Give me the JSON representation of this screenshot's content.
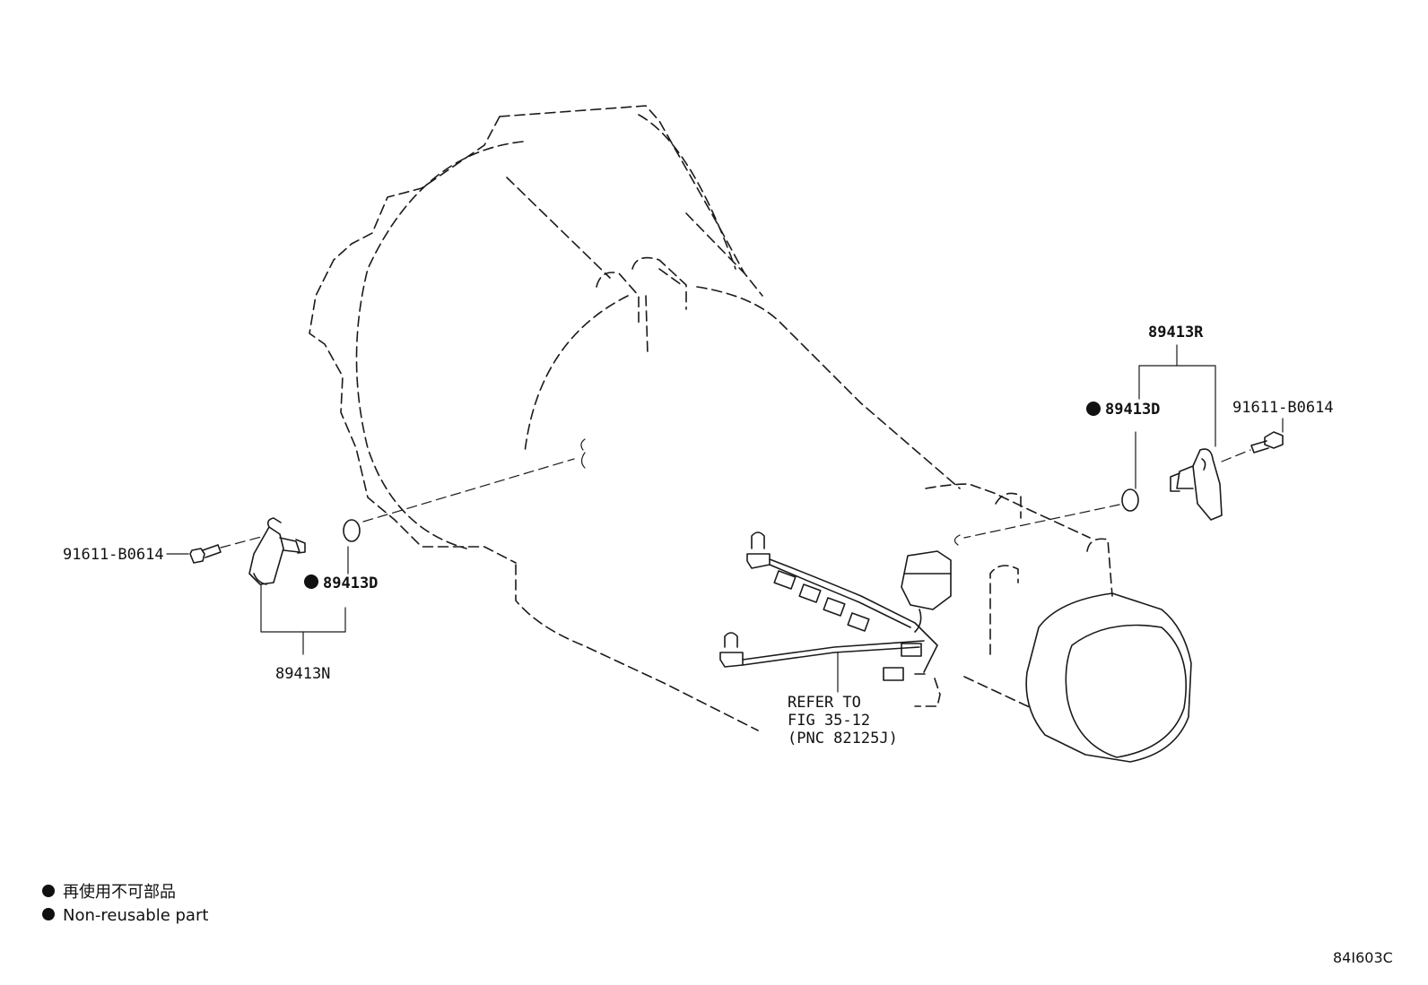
{
  "parts": {
    "bolt_left": "91611-B0614",
    "oring_left": "89413D",
    "sensor_left": "89413N",
    "bolt_right": "91611-B0614",
    "oring_right": "89413D",
    "sensor_right": "89413R"
  },
  "reference": {
    "line1": "REFER TO",
    "line2": "FIG 35-12",
    "line3": "(PNC 82125J)"
  },
  "legend": {
    "line_jp": "再使用不可部品",
    "line_en": "Non-reusable part"
  },
  "diagram_code": "84I603C"
}
